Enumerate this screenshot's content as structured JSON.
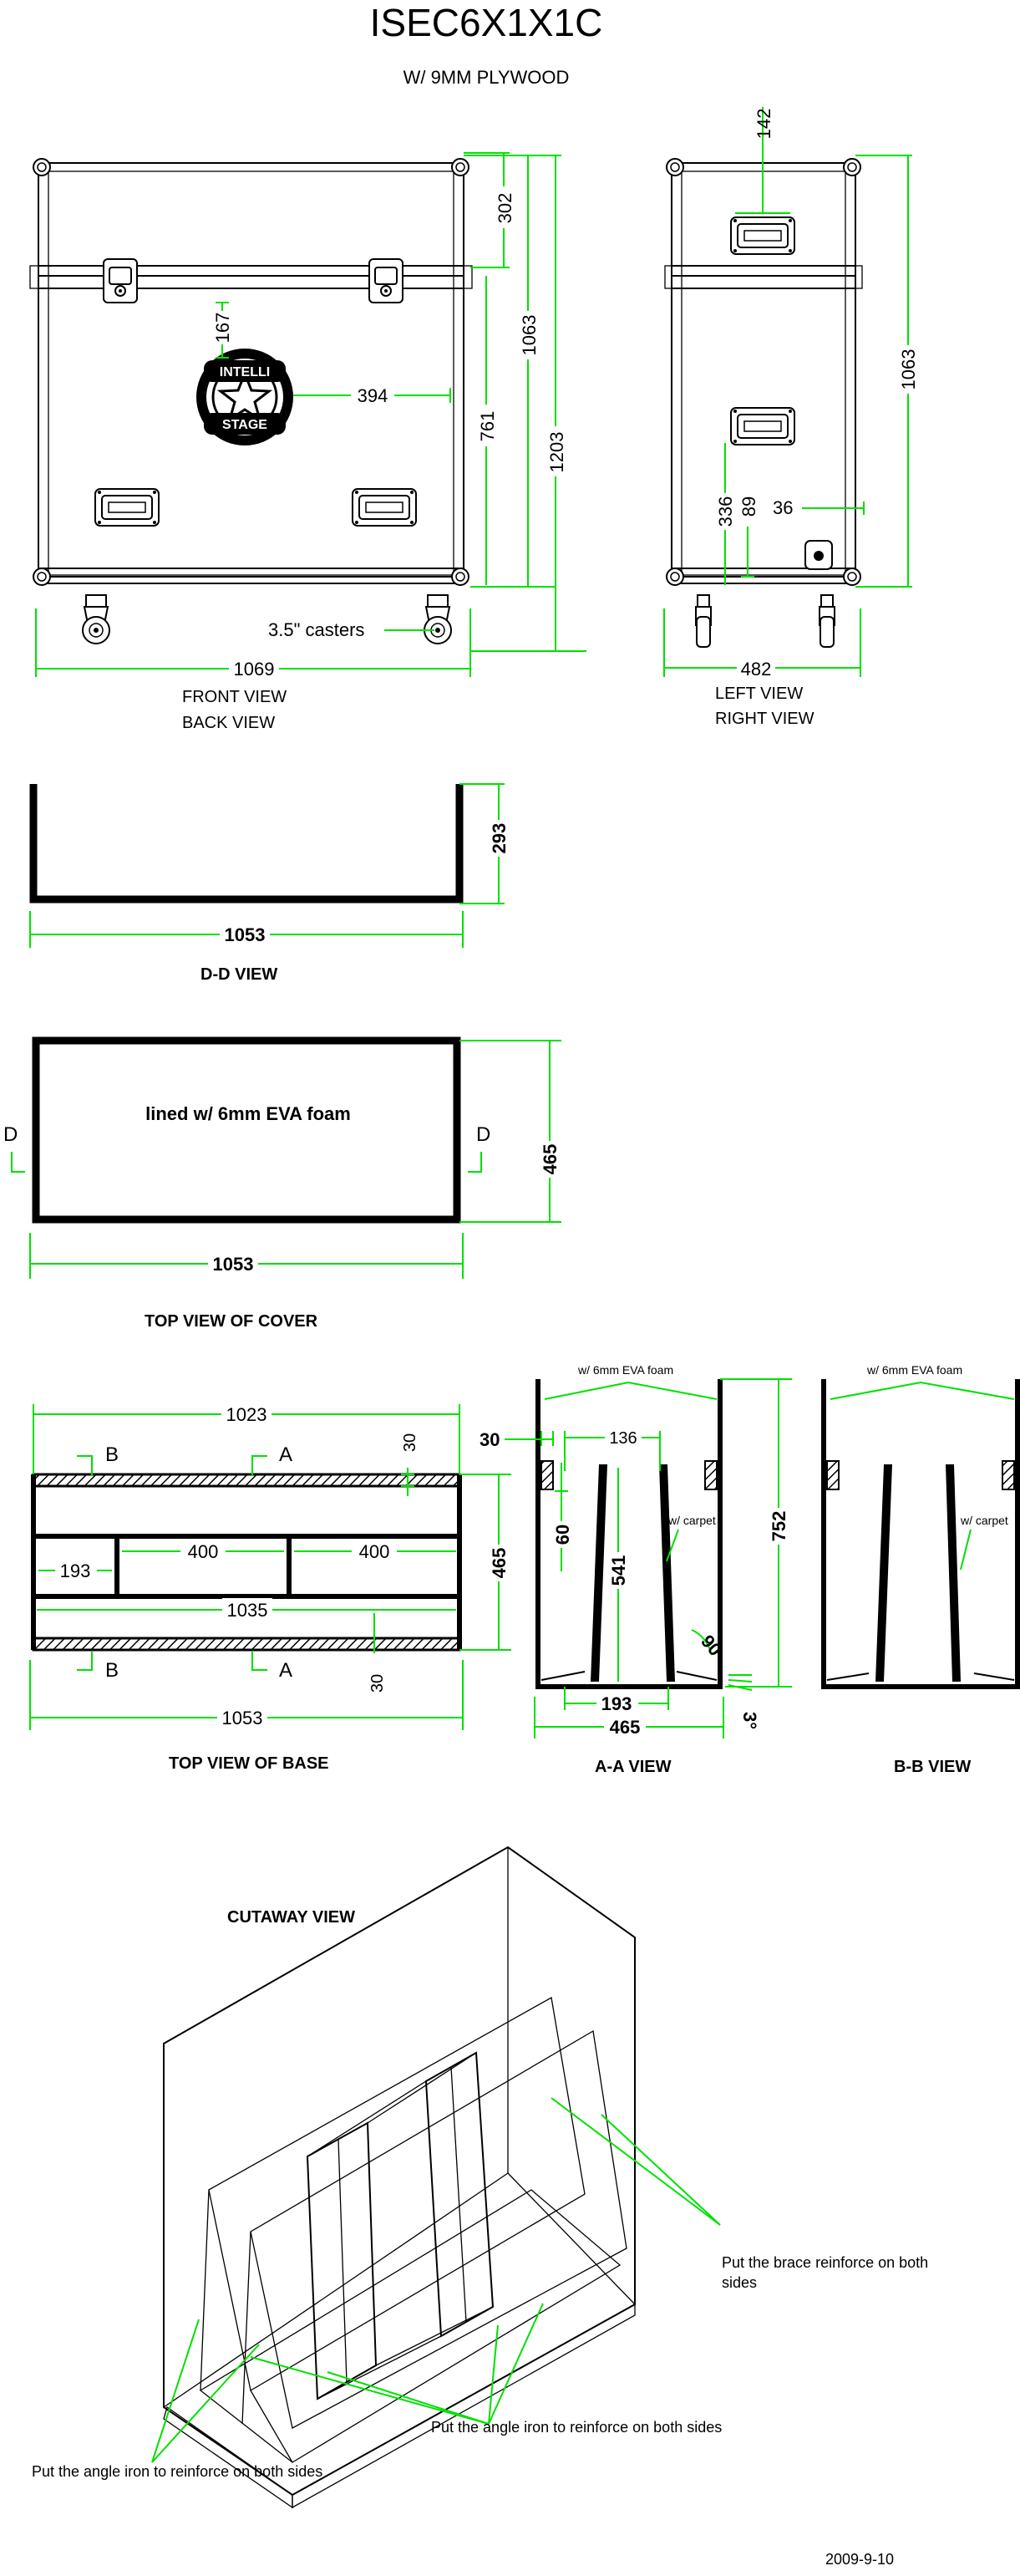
{
  "header": {
    "title": "ISEC6X1X1C",
    "subtitle": "W/ 9MM PLYWOOD",
    "date": "2009-9-10"
  },
  "front_view": {
    "label_1": "FRONT VIEW",
    "label_2": "BACK VIEW",
    "logo_line_1": "INTELLI",
    "logo_line_2": "STAGE",
    "dims": {
      "lid_height": "302",
      "total_body": "1063",
      "overall_height": "1203",
      "body_height": "761",
      "logo_offset": "167",
      "logo_dist": "394",
      "width": "1069"
    },
    "casters_label": "3.5\" casters"
  },
  "side_view": {
    "label_1": "LEFT VIEW",
    "label_2": "RIGHT VIEW",
    "dims": {
      "handle_width": "142",
      "height": "1063",
      "handle_height": "336",
      "latch_height": "89",
      "latch_offset": "36",
      "width": "482"
    }
  },
  "dd_view": {
    "label": "D-D  VIEW",
    "dims": {
      "width": "1053",
      "height": "293"
    }
  },
  "cover_top_view": {
    "label": "TOP VIEW OF COVER",
    "note": "lined w/ 6mm EVA foam",
    "section_marker_left": "D",
    "section_marker_right": "D",
    "dims": {
      "width": "1053",
      "depth": "465"
    }
  },
  "base_top_view": {
    "label": "TOP VIEW OF BASE",
    "markers": {
      "b_top": "B",
      "a_top": "A",
      "b_bottom": "B",
      "a_bottom": "A"
    },
    "dims": {
      "inner_width": "1023",
      "wall_top": "30",
      "cell_1": "193",
      "cell_2": "400",
      "cell_3": "400",
      "slot_width": "1035",
      "wall_bottom": "30",
      "outer_width": "1053",
      "depth": "465"
    }
  },
  "aa_view": {
    "label": "A-A  VIEW",
    "note_foam": "w/ 6mm EVA foam",
    "note_carpet": "w/ carpet",
    "dims": {
      "wall_30": "30",
      "gap_136": "136",
      "h_60": "60",
      "h_541": "541",
      "angle_90": "90",
      "bottom_193": "193",
      "width_465": "465",
      "height_752": "752",
      "angle_3": "3°"
    }
  },
  "bb_view": {
    "label": "B-B  VIEW",
    "note_foam": "w/ 6mm EVA foam",
    "note_carpet": "w/ carpet"
  },
  "cutaway": {
    "label": "CUTAWAY VIEW",
    "note_brace": "Put the brace reinforce on both sides",
    "note_angle_mid": "Put the angle iron to reinforce on both sides",
    "note_angle_left": "Put the angle iron to reinforce on both sides"
  },
  "colors": {
    "dimension": "#00e000",
    "line": "#000000",
    "background": "#ffffff"
  }
}
